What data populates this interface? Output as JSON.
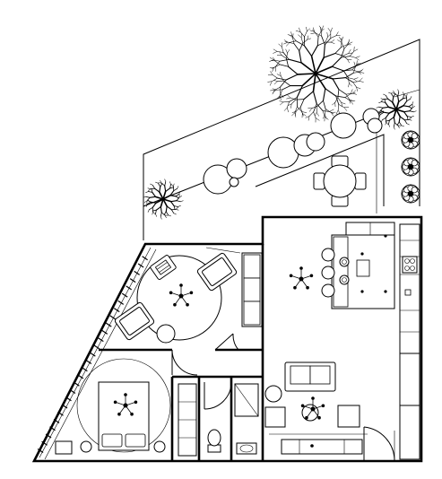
{
  "drawing": {
    "type": "architectural-floor-plan",
    "style": "black line art on white",
    "colors": {
      "line": "#000000",
      "background": "#ffffff"
    },
    "labels": []
  },
  "rooms": [
    {
      "id": "garden-courtyard"
    },
    {
      "id": "living-room"
    },
    {
      "id": "kitchen-dining"
    },
    {
      "id": "lounge"
    },
    {
      "id": "bedroom"
    },
    {
      "id": "hallway"
    },
    {
      "id": "bathroom"
    }
  ],
  "furniture_icons": [
    "large-tree-icon",
    "small-tree-icon",
    "shrub-icon",
    "outdoor-table-icon",
    "armchair-icon",
    "round-rug-icon",
    "kitchen-island-icon",
    "bar-stool-icon",
    "cooktop-icon",
    "sofa-icon",
    "coffee-table-icon",
    "double-bed-icon",
    "toilet-icon",
    "sink-icon",
    "shower-icon",
    "plant-icon",
    "ceiling-light-icon"
  ]
}
